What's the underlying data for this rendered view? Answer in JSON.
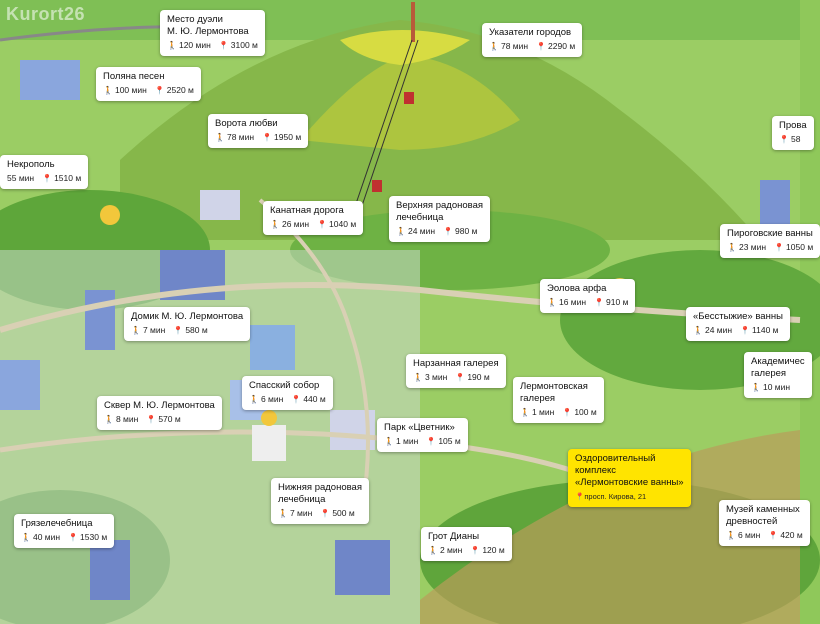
{
  "watermark": "Kurort26",
  "colors": {
    "mountain": "#86b74a",
    "peak": "#c9d23a",
    "featured": "#ffe400",
    "label_bg": "#ffffff"
  },
  "pois": [
    {
      "title": [
        "Место дуэли",
        "М. Ю. Лермонтова"
      ],
      "time": "120 мин",
      "dist": "3100 м"
    },
    {
      "title": [
        "Указатели городов"
      ],
      "time": "78 мин",
      "dist": "2290 м"
    },
    {
      "title": [
        "Поляна песен"
      ],
      "time": "100 мин",
      "dist": "2520 м"
    },
    {
      "title": [
        "Ворота любви"
      ],
      "time": "78 мин",
      "dist": "1950 м"
    },
    {
      "title": [
        "Прова"
      ],
      "time": "",
      "dist": "58"
    },
    {
      "title": [
        "Некрополь"
      ],
      "time": "55 мин",
      "dist": "1510 м"
    },
    {
      "title": [
        "Канатная дорога"
      ],
      "time": "26 мин",
      "dist": "1040 м"
    },
    {
      "title": [
        "Верхняя радоновая",
        "лечебница"
      ],
      "time": "24 мин",
      "dist": "980 м"
    },
    {
      "title": [
        "Пироговские ванны"
      ],
      "time": "23 мин",
      "dist": "1050 м"
    },
    {
      "title": [
        "Эолова арфа"
      ],
      "time": "16 мин",
      "dist": "910 м"
    },
    {
      "title": [
        "Домик М. Ю. Лермонтова"
      ],
      "time": "7 мин",
      "dist": "580 м"
    },
    {
      "title": [
        "«Бесстыжие» ванны"
      ],
      "time": "24 мин",
      "dist": "1140 м"
    },
    {
      "title": [
        "Академичес",
        "галерея"
      ],
      "time": "10 мин",
      "dist": ""
    },
    {
      "title": [
        "Нарзанная галерея"
      ],
      "time": "3 мин",
      "dist": "190 м"
    },
    {
      "title": [
        "Спасский собор"
      ],
      "time": "6 мин",
      "dist": "440 м"
    },
    {
      "title": [
        "Лермонтовская",
        "галерея"
      ],
      "time": "1 мин",
      "dist": "100 м"
    },
    {
      "title": [
        "Сквер М. Ю. Лермонтова"
      ],
      "time": "8 мин",
      "dist": "570 м"
    },
    {
      "title": [
        "Парк «Цветник»"
      ],
      "time": "1 мин",
      "dist": "105 м"
    },
    {
      "title": [
        "Нижняя радоновая",
        "лечебница"
      ],
      "time": "7 мин",
      "dist": "500 м"
    },
    {
      "title": [
        "Музей каменных",
        "древностей"
      ],
      "time": "6 мин",
      "dist": "420 м"
    },
    {
      "title": [
        "Грязелечебница"
      ],
      "time": "40 мин",
      "dist": "1530 м"
    },
    {
      "title": [
        "Грот Дианы"
      ],
      "time": "2 мин",
      "dist": "120 м"
    }
  ],
  "featured": {
    "title": [
      "Оздоровительный",
      "комплекс",
      "«Лермонтовские ванны»"
    ],
    "address": "просп. Кирова, 21"
  }
}
